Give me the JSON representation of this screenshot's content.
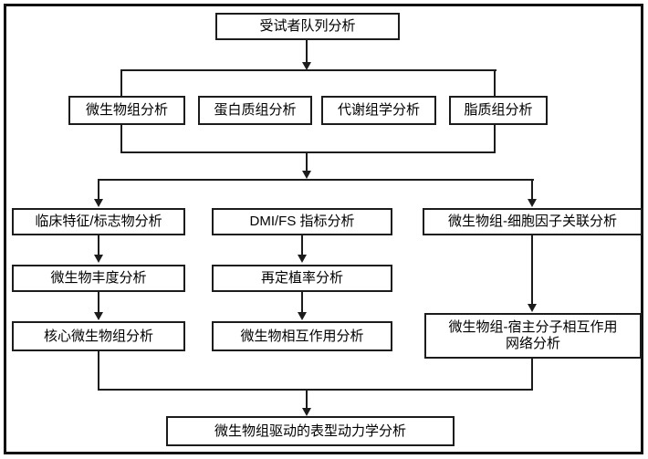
{
  "diagram": {
    "type": "flowchart",
    "colors": {
      "line": "#1c1c1c",
      "box_border": "#1c1c1c",
      "box_fill": "#ffffff",
      "text": "#000000",
      "frame_border": "#111111",
      "background": "#ffffff"
    },
    "nodes": {
      "cohort": "受试者队列分析",
      "microbiome": "微生物组分析",
      "proteome": "蛋白质组分析",
      "metabolome": "代谢组学分析",
      "lipidome": "脂质组分析",
      "clinical": "临床特征/标志物分析",
      "dmi_fs": "DMI/FS 指标分析",
      "cytokine": "微生物组-细胞因子关联分析",
      "abundance": "微生物丰度分析",
      "recolonization": "再定植率分析",
      "core_microbiome": "核心微生物组分析",
      "interaction": "微生物相互作用分析",
      "host_network_l1": "微生物组-宿主分子相互作用",
      "host_network_l2": "网络分析",
      "phenotype": "微生物组驱动的表型动力学分析"
    },
    "edges": [
      "cohort -> {microbiome, proteome, metabolome, lipidome}",
      "{microbiome, lipidome} -> {clinical, dmi_fs, cytokine}",
      "clinical -> abundance -> core_microbiome",
      "dmi_fs -> recolonization -> interaction",
      "cytokine -> host_network",
      "{core_microbiome, interaction, host_network} -> phenotype"
    ]
  }
}
